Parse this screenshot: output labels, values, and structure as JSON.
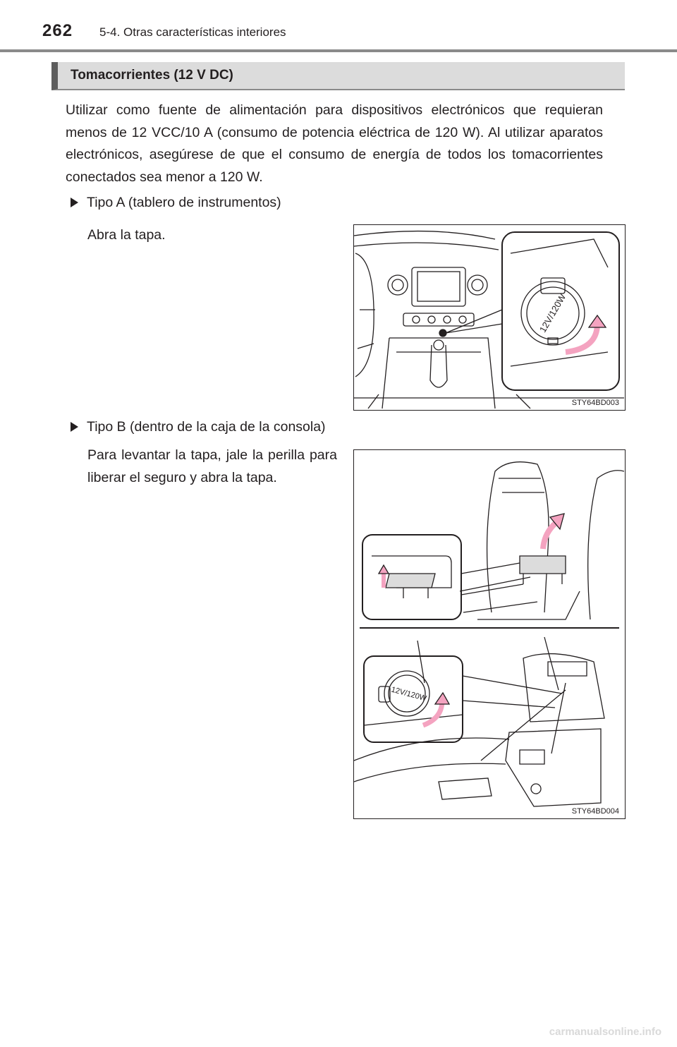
{
  "header": {
    "page_number": "262",
    "section": "5-4. Otras características interiores"
  },
  "heading": "Tomacorrientes (12 V DC)",
  "intro": "Utilizar como fuente de alimentación para dispositivos electrónicos que requieran menos de 12 VCC/10 A (consumo de potencia eléctrica de 120 W). Al utilizar aparatos electrónicos, asegúrese de que el consumo de energía de todos los tomacorrientes conectados sea menor a 120 W.",
  "type_a": {
    "title": "Tipo A (tablero de instrumentos)",
    "step": "Abra la tapa.",
    "figure_code": "STY64BD003",
    "cap_label": "12V/120W"
  },
  "type_b": {
    "title": "Tipo B (dentro de la caja de la consola)",
    "step": "Para levantar la tapa, jale la perilla para liberar el seguro y abra la tapa.",
    "figure_code": "STY64BD004",
    "cap_label": "12V/120W"
  },
  "watermark": "carmanualsonline.info",
  "colors": {
    "arrow_pink": "#f4a3c0",
    "heading_bg": "#dcdcdc",
    "heading_accent": "#5d5d5d"
  }
}
